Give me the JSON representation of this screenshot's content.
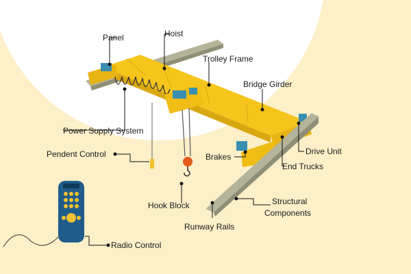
{
  "colors": {
    "background": "#fdefc8",
    "circle": "#ffffff",
    "crane_yellow": "#f5c51c",
    "crane_dark": "#d9a70f",
    "rail_gray": "#b4b49a",
    "motor_blue": "#3a8fb0",
    "remote_blue": "#1f5c8a",
    "remote_button": "#f2c230",
    "leader": "#111111"
  },
  "labels": {
    "panel": "Panel",
    "hoist": "Hoist",
    "trolley_frame": "Trolley Frame",
    "bridge_girder": "Bridge Girder",
    "power_supply_system": "Power Supply System",
    "pendent_control": "Pendent Control",
    "brakes": "Brakes",
    "drive_unit": "Drive Unit",
    "end_trucks": "End Trucks",
    "hook_block": "Hook Block",
    "structural_components_line1": "Structural",
    "structural_components_line2": "Components",
    "runway_rails": "Runway Rails",
    "radio_control": "Radio Control"
  }
}
